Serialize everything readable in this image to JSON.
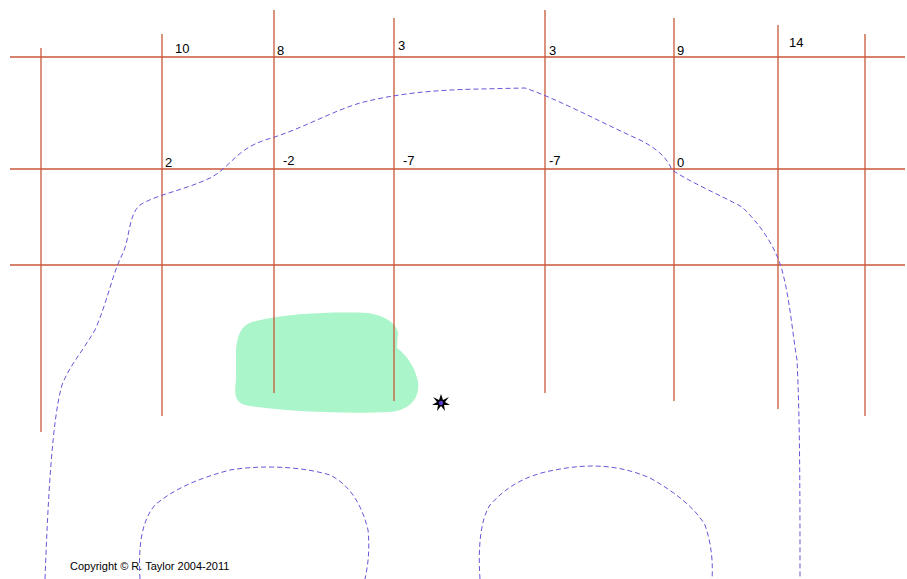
{
  "diagram": {
    "labels": [
      "10",
      "8",
      "3",
      "3",
      "9",
      "14",
      "2",
      "-2",
      "-7",
      "-7",
      "0",
      "Copyright © R. Taylor 2004-2011"
    ]
  }
}
